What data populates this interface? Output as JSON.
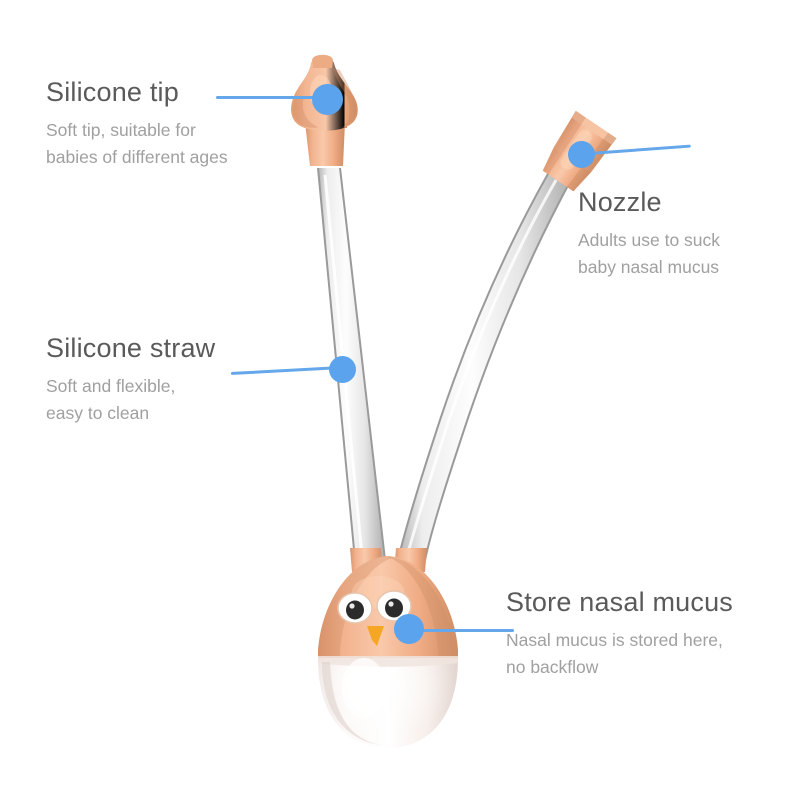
{
  "page": {
    "background_color": "#ffffff",
    "accent_color": "#5ba3ec",
    "title_color": "#5a5a5a",
    "desc_color": "#a0a0a0"
  },
  "product": {
    "name": "baby-nasal-aspirator",
    "colors": {
      "silicone_peach": "#f0b08c",
      "silicone_peach_dark": "#d99168",
      "tube_silver": "#f2f2f2",
      "tube_outline": "#a8a8a8",
      "cup_white": "#fbf7f5",
      "beak_orange": "#f5a623",
      "eye_white": "#ffffff",
      "eye_pupil": "#2b2b2b"
    }
  },
  "callouts": [
    {
      "id": "silicone-tip",
      "title": "Silicone tip",
      "desc_line1": "Soft tip, suitable for",
      "desc_line2": "babies of different ages"
    },
    {
      "id": "silicone-straw",
      "title": "Silicone straw",
      "desc_line1": "Soft and flexible,",
      "desc_line2": "easy to clean"
    },
    {
      "id": "nozzle",
      "title": "Nozzle",
      "desc_line1": "Adults use to suck",
      "desc_line2": "baby nasal mucus"
    },
    {
      "id": "store-nasal-mucus",
      "title": "Store nasal mucus",
      "desc_line1": "Nasal mucus is stored here,",
      "desc_line2": "no backflow"
    }
  ]
}
